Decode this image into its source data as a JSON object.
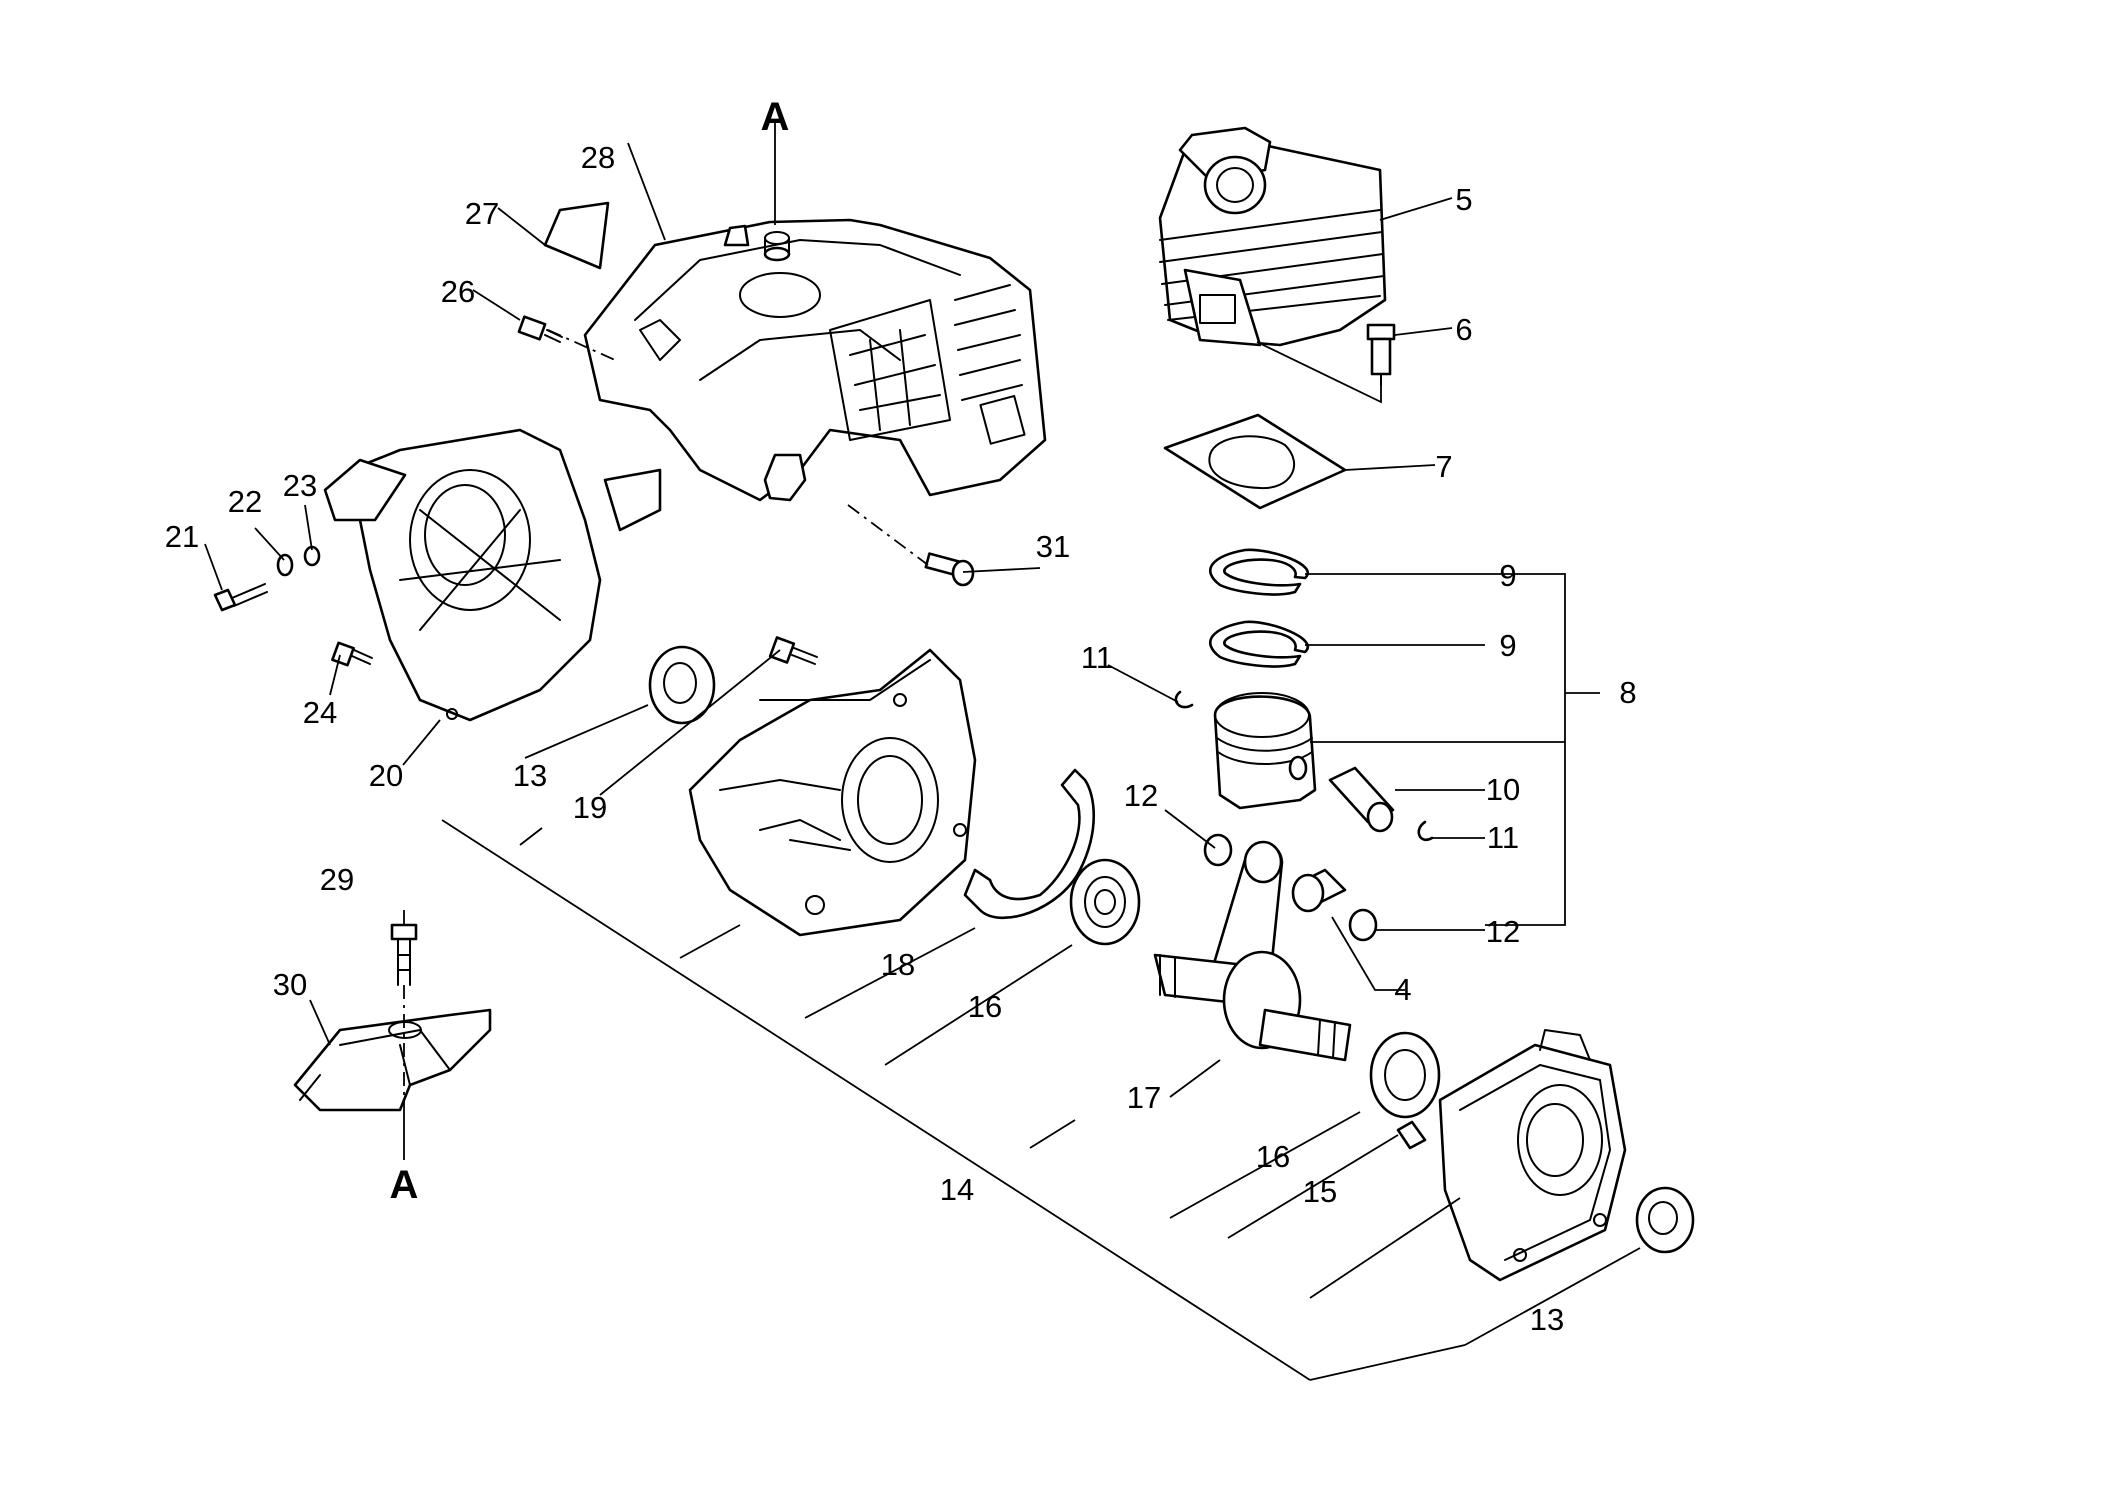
{
  "ref_label_top": "A",
  "ref_label_bottom": "A",
  "callouts": {
    "n4": "4",
    "n5": "5",
    "n6": "6",
    "n7": "7",
    "n8": "8",
    "n9a": "9",
    "n9b": "9",
    "n10": "10",
    "n11a": "11",
    "n11b": "11",
    "n12a": "12",
    "n12b": "12",
    "n13a": "13",
    "n13b": "13",
    "n14": "14",
    "n15": "15",
    "n16a": "16",
    "n16b": "16",
    "n17": "17",
    "n18": "18",
    "n19": "19",
    "n20": "20",
    "n21": "21",
    "n22": "22",
    "n23": "23",
    "n24": "24",
    "n26": "26",
    "n27": "27",
    "n28": "28",
    "n29": "29",
    "n30": "30",
    "n31": "31"
  },
  "colors": {
    "line": "#000000",
    "background": "#ffffff"
  }
}
